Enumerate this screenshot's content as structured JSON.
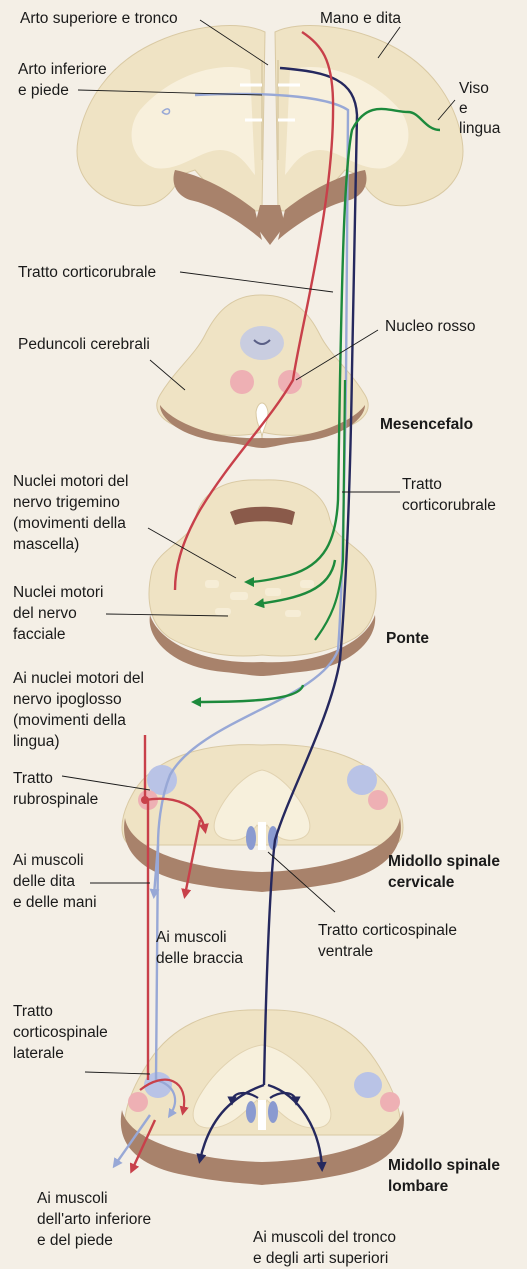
{
  "labels": {
    "arto_superiore": "Arto superiore e tronco",
    "mano_dita": "Mano e dita",
    "arto_inferiore_1": "Arto inferiore",
    "arto_inferiore_2": "e piede",
    "viso_1": "Viso",
    "viso_2": "e",
    "viso_3": "lingua",
    "tratto_corticorubrale_top": "Tratto corticorubrale",
    "peduncoli": "Peduncoli cerebrali",
    "nucleo_rosso": "Nucleo rosso",
    "mesencefalo": "Mesencefalo",
    "trigemino_1": "Nuclei motori del",
    "trigemino_2": "nervo trigemino",
    "trigemino_3": "(movimenti della",
    "trigemino_4": "mascella)",
    "tratto_corticorubrale_mid_1": "Tratto",
    "tratto_corticorubrale_mid_2": "corticorubrale",
    "facciale_1": "Nuclei motori",
    "facciale_2": "del nervo",
    "facciale_3": "facciale",
    "ponte": "Ponte",
    "ipoglosso_1": "Ai nuclei motori del",
    "ipoglosso_2": "nervo ipoglosso",
    "ipoglosso_3": "(movimenti della",
    "ipoglosso_4": "lingua)",
    "rubrospinale_1": "Tratto",
    "rubrospinale_2": "rubrospinale",
    "dita_mani_1": "Ai muscoli",
    "dita_mani_2": "delle dita",
    "dita_mani_3": "e delle mani",
    "braccia_1": "Ai muscoli",
    "braccia_2": "delle braccia",
    "cervicale_1": "Midollo spinale",
    "cervicale_2": "cervicale",
    "ventrale_1": "Tratto corticospinale",
    "ventrale_2": "ventrale",
    "laterale_1": "Tratto",
    "laterale_2": "corticospinale",
    "laterale_3": "laterale",
    "lombare_1": "Midollo spinale",
    "lombare_2": "lombare",
    "piede_1": "Ai muscoli",
    "piede_2": "dell'arto inferiore",
    "piede_3": "e del piede",
    "tronco_1": "Ai muscoli del tronco",
    "tronco_2": "e degli arti superiori"
  },
  "colors": {
    "red_tract": "#c8404a",
    "navy_tract": "#25285e",
    "lightblue_tract": "#98a8d6",
    "green_tract": "#1d8a3c",
    "tissue": "#efe3c4",
    "nucleus_red": "#eeb0b4",
    "nucleus_blue": "#b9c3e6"
  }
}
